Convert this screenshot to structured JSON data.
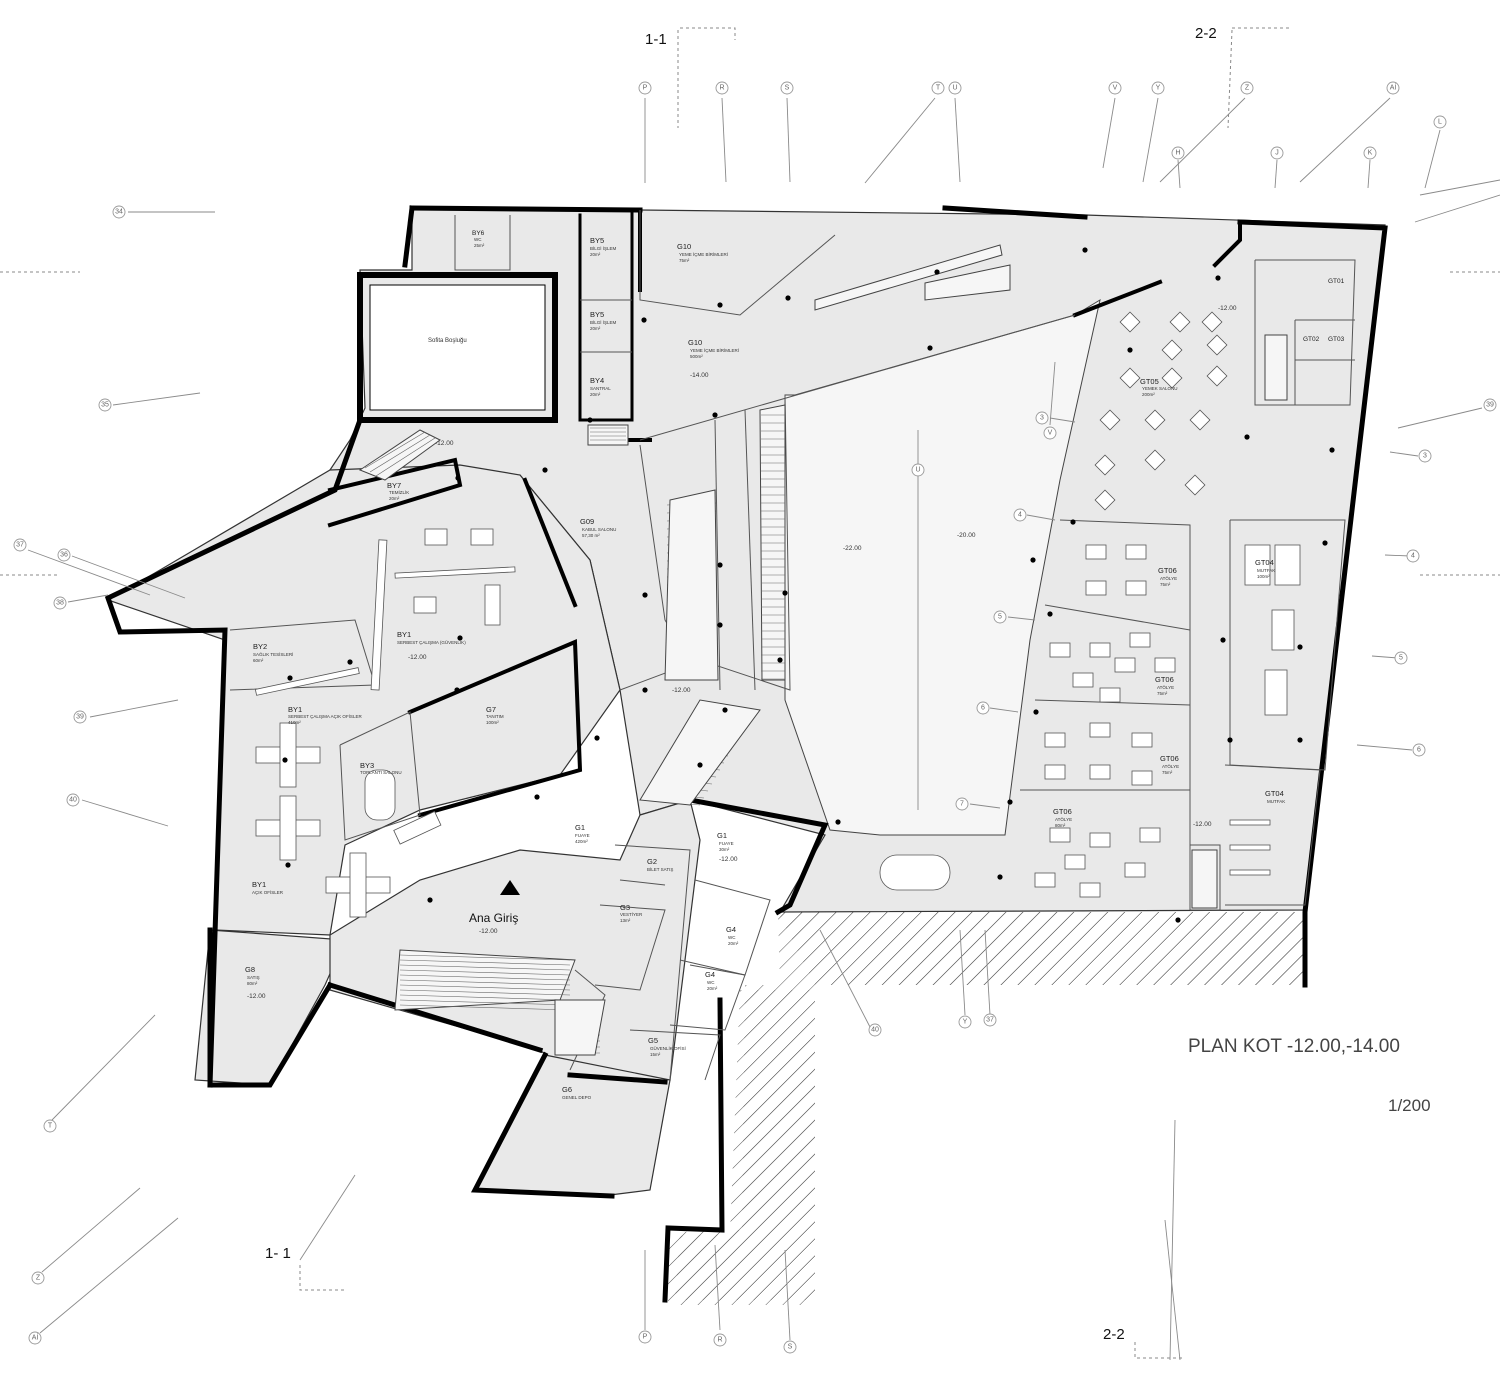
{
  "drawing": {
    "title": "PLAN KOT -12.00,-14.00",
    "scale": "1/200"
  },
  "section_markers": {
    "s1_top": "1-1",
    "s2_top": "2-2",
    "s1_bottom": "1- 1",
    "s2_bottom": "2-2"
  },
  "entrance": {
    "name": "Ana Giriş",
    "level": "-12.00"
  },
  "grid_labels": {
    "p_top": "P",
    "r_top": "R",
    "s_top": "S",
    "t_top": "T",
    "u_top": "U",
    "v_top": "V",
    "y_top": "Y",
    "z_top": "Z",
    "ai_top": "Aİ",
    "h_top": "H",
    "j_top": "J",
    "k_top": "K",
    "l_top": "L",
    "n34": "34",
    "n35": "35",
    "n37a": "37",
    "n36": "36",
    "n38": "38",
    "n39l": "39",
    "n40l": "40",
    "t_bl": "T",
    "z_bl": "Z",
    "ai_bl": "Aİ",
    "n39r": "39",
    "n3r": "3",
    "n4r": "4",
    "n5r": "5",
    "n6r": "6",
    "n3i": "3",
    "vi": "V",
    "n4i": "4",
    "n5i": "5",
    "n6i": "6",
    "n7i": "7",
    "ui": "U",
    "n40b": "40",
    "yb": "Y",
    "n37b": "37",
    "p_bot": "P",
    "r_bot": "R",
    "s_bot": "S"
  },
  "rooms": {
    "sofita": {
      "name": "Sofita Boşluğu"
    },
    "by6": {
      "name": "BY6",
      "sub": "WC",
      "area": "25m²"
    },
    "by5a": {
      "name": "BY5",
      "sub": "BİLGİ İŞLEM",
      "area": "20m²"
    },
    "by5b": {
      "name": "BY5",
      "sub": "BİLGİ İŞLEM",
      "area": "20m²"
    },
    "by4": {
      "name": "BY4",
      "sub": "SANTRAL",
      "area": "20m²"
    },
    "g10a": {
      "name": "G10",
      "sub": "YEME İÇME BİRİMLERİ",
      "area": "75m²"
    },
    "g10b": {
      "name": "G10",
      "sub": "YEME İÇME BİRİMLERİ",
      "area": "500m²"
    },
    "by7": {
      "name": "BY7",
      "sub": "TEMİZLİK",
      "area": "20m²"
    },
    "g09": {
      "name": "G09",
      "sub": "KABUL SALONU",
      "area": "57,30 m²"
    },
    "by1a": {
      "name": "BY1",
      "sub": "SERBEST ÇALIŞMA (GÜVENLİK)",
      "area": ""
    },
    "by2": {
      "name": "BY2",
      "sub": "SAĞLIK TESİSLERİ",
      "area": "60m²"
    },
    "by1b": {
      "name": "BY1",
      "sub": "SERBEST ÇALIŞMA AÇIK OFİSLER",
      "area": "410m²"
    },
    "by3": {
      "name": "BY3",
      "sub": "TOPLANTI SALONU"
    },
    "g7": {
      "name": "G7",
      "sub": "TANITIM",
      "area": "100m²"
    },
    "by1c": {
      "name": "BY1",
      "sub": "AÇIK OFİSLER"
    },
    "g1a": {
      "name": "G1",
      "sub": "FUAYE",
      "area": "420m²"
    },
    "g1b": {
      "name": "G1",
      "sub": "FUAYE",
      "area": "30m²"
    },
    "g2": {
      "name": "G2",
      "sub": "BİLET SATIŞ"
    },
    "g3": {
      "name": "G3",
      "sub": "VESTİYER",
      "area": "13m²"
    },
    "g4a": {
      "name": "G4",
      "sub": "WC",
      "area": "20m²"
    },
    "g4b": {
      "name": "G4",
      "sub": "WC",
      "area": "20m²"
    },
    "g5": {
      "name": "G5",
      "sub": "GÜVENLİK OFİSİ",
      "area": "15m²"
    },
    "g8": {
      "name": "G8",
      "sub": "SATIŞ",
      "area": "80m²"
    },
    "g6": {
      "name": "G6",
      "sub": "GENEL DEPO"
    },
    "gt05": {
      "name": "GT05",
      "sub": "YEMEK SALONU",
      "area": "200m²"
    },
    "gt01": {
      "name": "GT01"
    },
    "gt02": {
      "name": "GT02"
    },
    "gt03": {
      "name": "GT03"
    },
    "gt06a": {
      "name": "GT06",
      "sub": "ATÖLYE",
      "area": "75m²"
    },
    "gt06b": {
      "name": "GT06",
      "sub": "ATÖLYE",
      "area": "75m²"
    },
    "gt06c": {
      "name": "GT06",
      "sub": "ATÖLYE",
      "area": "75m²"
    },
    "gt06d": {
      "name": "GT06",
      "sub": "ATÖLYE",
      "area": "80m²"
    },
    "gt04a": {
      "name": "GT04",
      "sub": "MUTFAK",
      "area": "100m²"
    },
    "gt04b": {
      "name": "GT04",
      "sub": "MUTFAK"
    }
  },
  "levels": {
    "l14": "-14.00",
    "l12_upper": "-12.00",
    "l12_by": "-12.00",
    "l12_right": "-12.00",
    "l12_mid": "-12.00",
    "l12_g1": "-12.00",
    "l12_g8": "-12.00",
    "l12_right_low": "-12.00",
    "l22": "-22.00",
    "l20": "-20.00"
  }
}
